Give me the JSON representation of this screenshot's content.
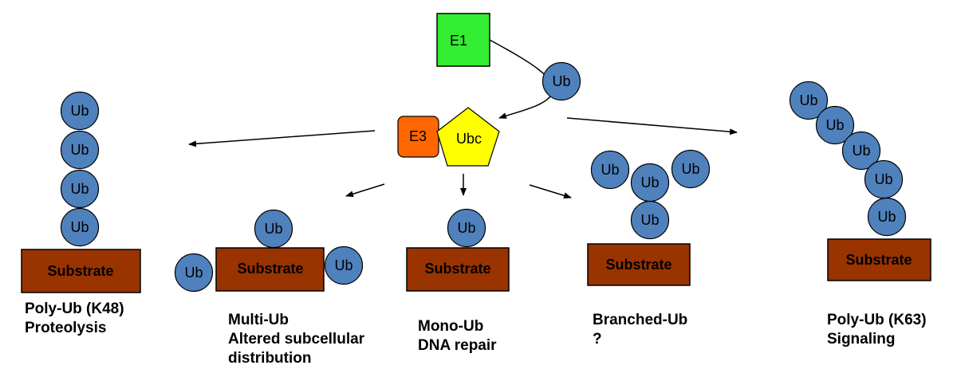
{
  "enzymes": {
    "e1": {
      "label": "E1",
      "color": "#33ee33"
    },
    "e3": {
      "label": "E3",
      "color": "#ff6600"
    },
    "ubc": {
      "label": "Ubc",
      "color": "#ffff00"
    }
  },
  "ub": {
    "label": "Ub",
    "color": "#4f81bd"
  },
  "substrate": {
    "label": "Substrate",
    "color": "#993300"
  },
  "captions": {
    "poly_k48": {
      "line1": "Poly-Ub (K48)",
      "line2": "Proteolysis"
    },
    "multi": {
      "line1": "Multi-Ub",
      "line2": "Altered subcellular",
      "line3": "distribution"
    },
    "mono": {
      "line1": "Mono-Ub",
      "line2": "DNA repair"
    },
    "branched": {
      "line1": "Branched-Ub",
      "line2": "?"
    },
    "poly_k63": {
      "line1": "Poly-Ub (K63)",
      "line2": "Signaling"
    }
  }
}
